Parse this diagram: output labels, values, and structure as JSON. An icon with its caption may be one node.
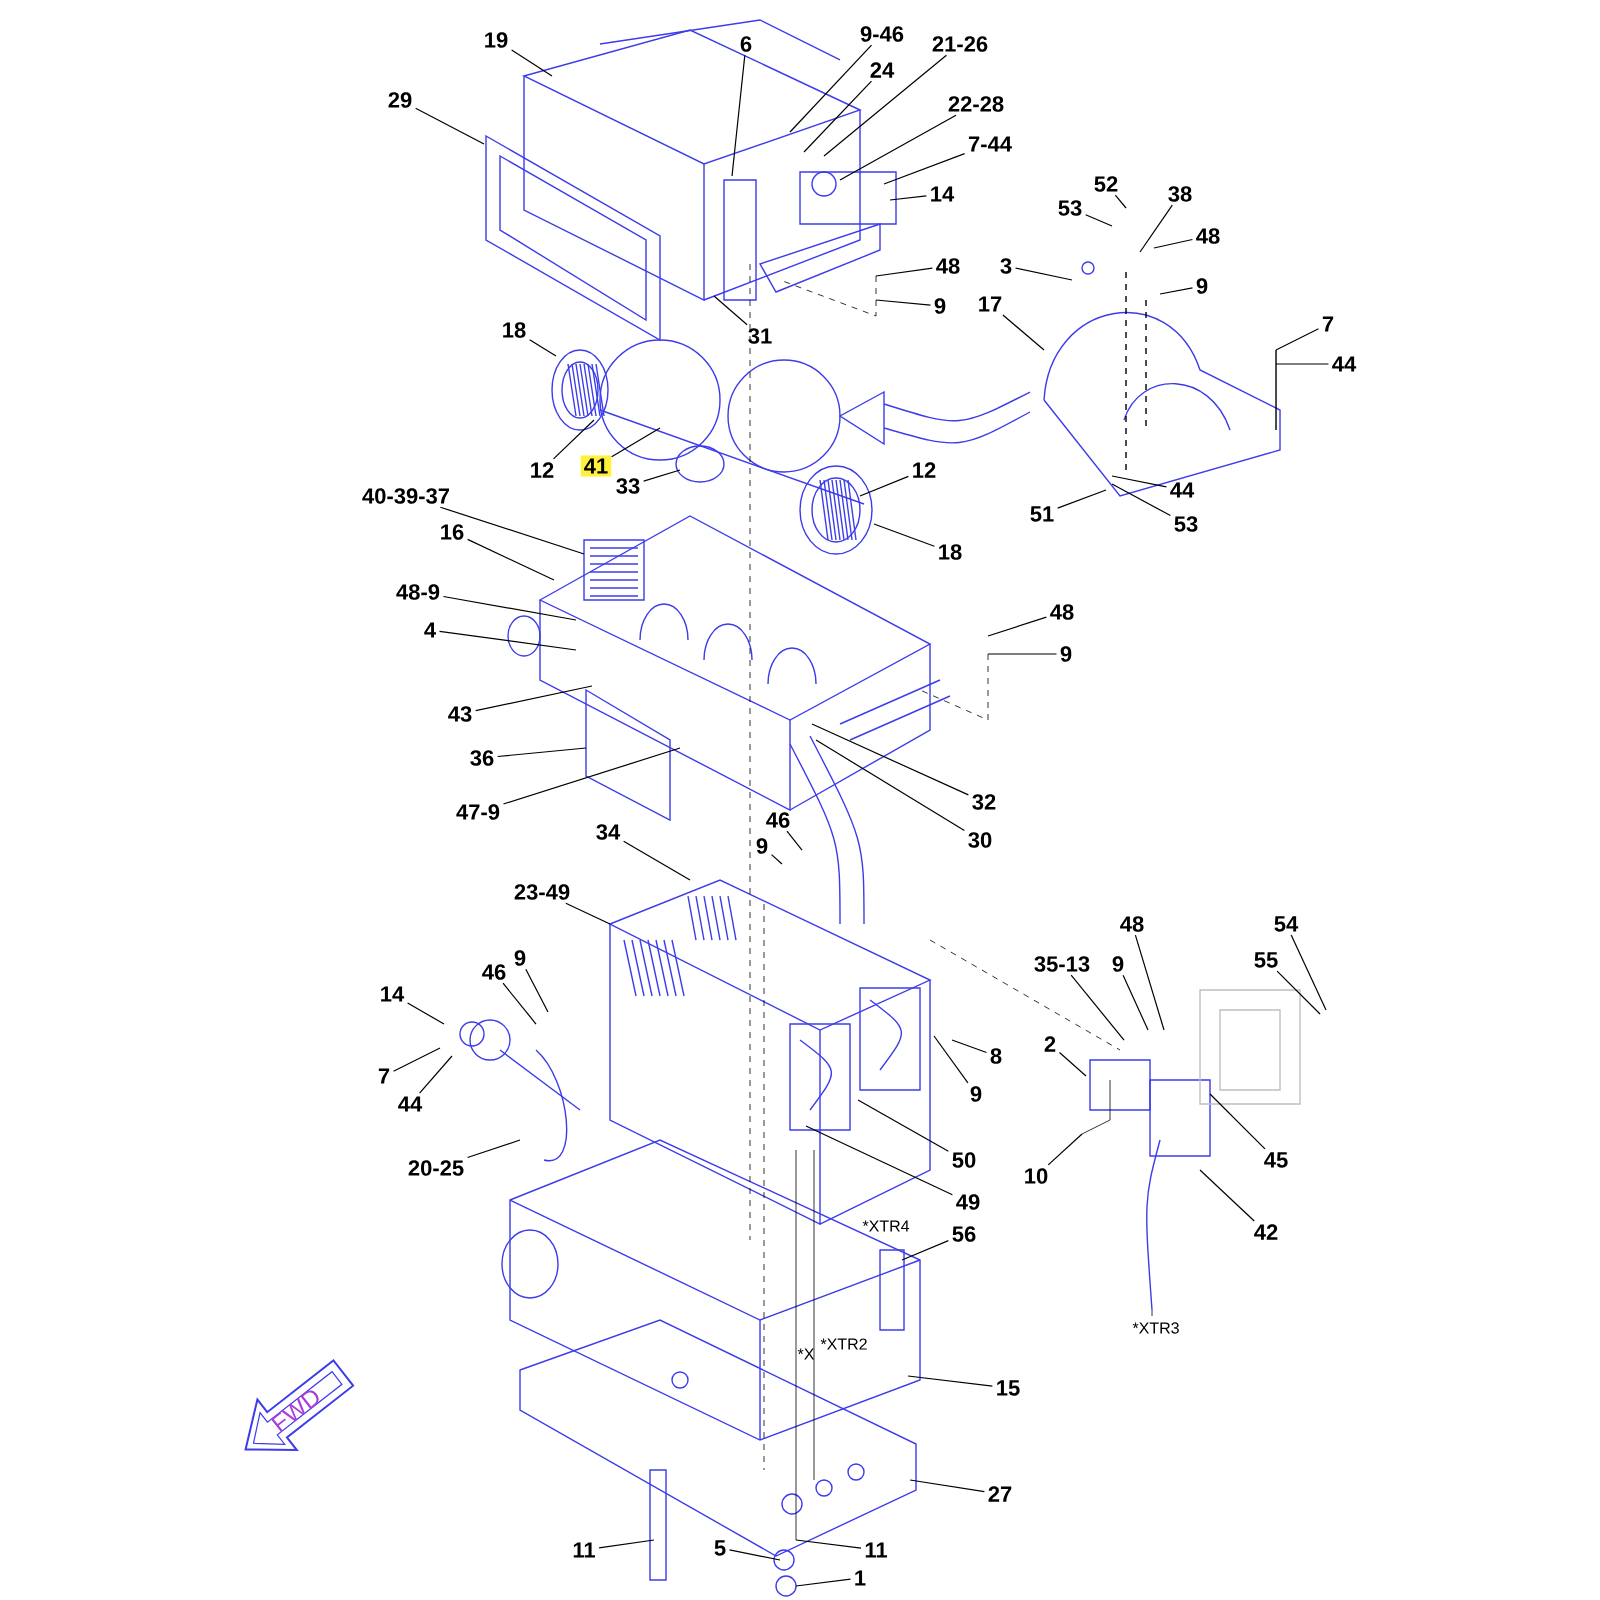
{
  "diagram": {
    "nodes": [
      {
        "text": [
          "19"
        ]
      },
      {
        "text": [
          "29"
        ]
      },
      {
        "text": [
          "6"
        ]
      },
      {
        "text": [
          "9-46"
        ]
      },
      {
        "text": [
          "24"
        ]
      },
      {
        "text": [
          "21-26"
        ]
      },
      {
        "text": [
          "22-28"
        ]
      },
      {
        "text": [
          "7-44"
        ]
      },
      {
        "text": [
          "14"
        ]
      },
      {
        "text": [
          "48"
        ]
      },
      {
        "text": [
          "9"
        ]
      },
      {
        "text": [
          "31"
        ]
      },
      {
        "text": [
          "18"
        ]
      },
      {
        "text": [
          "12"
        ]
      },
      {
        "text": [
          "41"
        ]
      },
      {
        "text": [
          "33"
        ]
      },
      {
        "text": [
          "12"
        ]
      },
      {
        "text": [
          "18"
        ]
      },
      {
        "text": [
          "52"
        ]
      },
      {
        "text": [
          "53"
        ]
      },
      {
        "text": [
          "38"
        ]
      },
      {
        "text": [
          "3"
        ]
      },
      {
        "text": [
          "48"
        ]
      },
      {
        "text": [
          "9"
        ]
      },
      {
        "text": [
          "17"
        ]
      },
      {
        "text": [
          "7"
        ]
      },
      {
        "text": [
          "44"
        ]
      },
      {
        "text": [
          "44"
        ]
      },
      {
        "text": [
          "53"
        ]
      },
      {
        "text": [
          "51"
        ]
      },
      {
        "text": [
          "40-39-37"
        ]
      },
      {
        "text": [
          "16"
        ]
      },
      {
        "text": [
          "48-9"
        ]
      },
      {
        "text": [
          "4"
        ]
      },
      {
        "text": [
          "48"
        ]
      },
      {
        "text": [
          "9"
        ]
      },
      {
        "text": [
          "43"
        ]
      },
      {
        "text": [
          "36"
        ]
      },
      {
        "text": [
          "47-9"
        ]
      },
      {
        "text": [
          "32"
        ]
      },
      {
        "text": [
          "30"
        ]
      },
      {
        "text": [
          "34"
        ]
      },
      {
        "text": [
          "46"
        ]
      },
      {
        "text": [
          "9"
        ]
      },
      {
        "text": [
          "23-49"
        ]
      },
      {
        "text": [
          "14"
        ]
      },
      {
        "text": [
          "46"
        ]
      },
      {
        "text": [
          "9"
        ]
      },
      {
        "text": [
          "7"
        ]
      },
      {
        "text": [
          "44"
        ]
      },
      {
        "text": [
          "20-25"
        ]
      },
      {
        "text": [
          "35-13"
        ]
      },
      {
        "text": [
          "9"
        ]
      },
      {
        "text": [
          "48"
        ]
      },
      {
        "text": [
          "54"
        ]
      },
      {
        "text": [
          "55"
        ]
      },
      {
        "text": [
          "8"
        ]
      },
      {
        "text": [
          "9"
        ]
      },
      {
        "text": [
          "2"
        ]
      },
      {
        "text": [
          "10"
        ]
      },
      {
        "text": [
          "45"
        ]
      },
      {
        "text": [
          "42"
        ]
      },
      {
        "text": [
          "50"
        ]
      },
      {
        "text": [
          "49"
        ]
      },
      {
        "text": [
          "56"
        ]
      },
      {
        "text": [
          "15"
        ]
      },
      {
        "text": [
          "27"
        ]
      },
      {
        "text": [
          "11"
        ]
      },
      {
        "text": [
          "5"
        ]
      },
      {
        "text": [
          "11"
        ]
      },
      {
        "text": [
          "1"
        ]
      },
      {
        "text": [
          "FWD"
        ]
      }
    ],
    "edges": [
      {
        "from": 0,
        "to": null,
        "arrow": "none"
      },
      {
        "from": 1,
        "to": null,
        "arrow": "none"
      },
      {
        "from": 2,
        "to": null,
        "arrow": "none"
      },
      {
        "from": 3,
        "to": null,
        "arrow": "none"
      },
      {
        "from": 4,
        "to": null,
        "arrow": "none"
      },
      {
        "from": 5,
        "to": null,
        "arrow": "none"
      },
      {
        "from": 6,
        "to": null,
        "arrow": "none"
      },
      {
        "from": 7,
        "to": null,
        "arrow": "none"
      },
      {
        "from": 8,
        "to": null,
        "arrow": "none"
      },
      {
        "from": 9,
        "to": null,
        "arrow": "none"
      },
      {
        "from": 10,
        "to": null,
        "arrow": "none"
      },
      {
        "from": 11,
        "to": null,
        "arrow": "none"
      },
      {
        "from": 12,
        "to": null,
        "arrow": "none"
      },
      {
        "from": 13,
        "to": null,
        "arrow": "none"
      },
      {
        "from": 14,
        "to": null,
        "arrow": "none"
      },
      {
        "from": 15,
        "to": null,
        "arrow": "none"
      },
      {
        "from": 16,
        "to": null,
        "arrow": "none"
      },
      {
        "from": 17,
        "to": null,
        "arrow": "none"
      },
      {
        "from": 18,
        "to": null,
        "arrow": "none"
      },
      {
        "from": 19,
        "to": null,
        "arrow": "none"
      },
      {
        "from": 20,
        "to": null,
        "arrow": "none"
      },
      {
        "from": 21,
        "to": null,
        "arrow": "none"
      },
      {
        "from": 22,
        "to": null,
        "arrow": "none"
      },
      {
        "from": 23,
        "to": null,
        "arrow": "none"
      },
      {
        "from": 24,
        "to": null,
        "arrow": "none"
      },
      {
        "from": 25,
        "to": null,
        "arrow": "none"
      },
      {
        "from": 26,
        "to": null,
        "arrow": "none"
      },
      {
        "from": 27,
        "to": null,
        "arrow": "none"
      },
      {
        "from": 28,
        "to": null,
        "arrow": "none"
      },
      {
        "from": 29,
        "to": null,
        "arrow": "none"
      },
      {
        "from": 30,
        "to": null,
        "arrow": "none"
      },
      {
        "from": 31,
        "to": null,
        "arrow": "none"
      },
      {
        "from": 32,
        "to": null,
        "arrow": "none"
      },
      {
        "from": 33,
        "to": null,
        "arrow": "none"
      },
      {
        "from": 34,
        "to": null,
        "arrow": "none"
      },
      {
        "from": 35,
        "to": null,
        "arrow": "none"
      },
      {
        "from": 36,
        "to": null,
        "arrow": "none"
      },
      {
        "from": 37,
        "to": null,
        "arrow": "none"
      },
      {
        "from": 38,
        "to": null,
        "arrow": "none"
      },
      {
        "from": 39,
        "to": null,
        "arrow": "none"
      },
      {
        "from": 40,
        "to": null,
        "arrow": "none"
      },
      {
        "from": 41,
        "to": null,
        "arrow": "none"
      },
      {
        "from": 42,
        "to": null,
        "arrow": "none"
      },
      {
        "from": 43,
        "to": null,
        "arrow": "none"
      },
      {
        "from": 44,
        "to": null,
        "arrow": "none"
      },
      {
        "from": 45,
        "to": null,
        "arrow": "none"
      },
      {
        "from": 46,
        "to": null,
        "arrow": "none"
      },
      {
        "from": 47,
        "to": null,
        "arrow": "none"
      },
      {
        "from": 48,
        "to": null,
        "arrow": "none"
      },
      {
        "from": 49,
        "to": null,
        "arrow": "none"
      },
      {
        "from": 50,
        "to": null,
        "arrow": "none"
      },
      {
        "from": 51,
        "to": null,
        "arrow": "none"
      },
      {
        "from": 52,
        "to": null,
        "arrow": "none"
      },
      {
        "from": 53,
        "to": null,
        "arrow": "none"
      },
      {
        "from": 54,
        "to": null,
        "arrow": "none"
      },
      {
        "from": 55,
        "to": null,
        "arrow": "none"
      },
      {
        "from": 56,
        "to": null,
        "arrow": "none"
      },
      {
        "from": 57,
        "to": null,
        "arrow": "none"
      },
      {
        "from": 58,
        "to": null,
        "arrow": "none"
      },
      {
        "from": 59,
        "to": null,
        "arrow": "none"
      },
      {
        "from": 60,
        "to": null,
        "arrow": "none"
      },
      {
        "from": 61,
        "to": null,
        "arrow": "none"
      },
      {
        "from": 62,
        "to": null,
        "arrow": "none"
      },
      {
        "from": 63,
        "to": null,
        "arrow": "none"
      },
      {
        "from": 64,
        "to": null,
        "arrow": "none"
      },
      {
        "from": 65,
        "to": null,
        "arrow": "none"
      },
      {
        "from": 66,
        "to": null,
        "arrow": "none"
      },
      {
        "from": 67,
        "to": null,
        "arrow": "none"
      },
      {
        "from": 68,
        "to": null,
        "arrow": "none"
      },
      {
        "from": 69,
        "to": null,
        "arrow": "none"
      },
      {
        "from": 70,
        "to": null,
        "arrow": "none"
      }
    ],
    "labels": [
      "*XTR4",
      "*XTR3",
      "*XTR2",
      "*X"
    ]
  }
}
